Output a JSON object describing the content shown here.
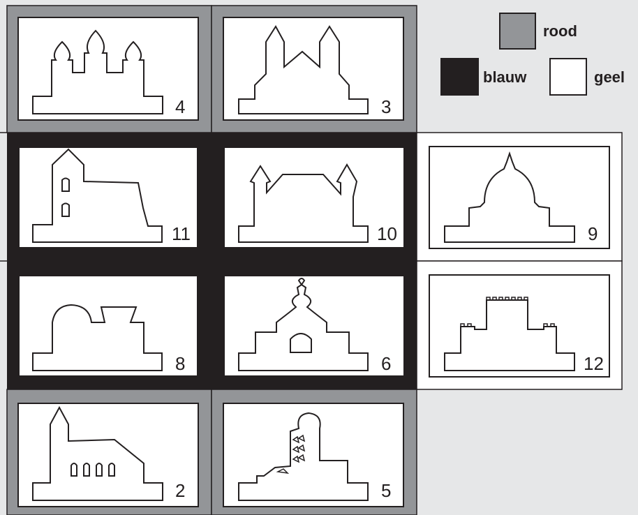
{
  "legend": [
    {
      "key": "rood",
      "label": "rood",
      "fill": "#939598"
    },
    {
      "key": "blauw",
      "label": "blauw",
      "fill": "#231f20"
    },
    {
      "key": "geel",
      "label": "geel",
      "fill": "#ffffff"
    }
  ],
  "colors": {
    "background": "#e6e7e8",
    "gray": "#939598",
    "black": "#231f20",
    "white": "#ffffff",
    "line": "#231f20"
  },
  "cards": [
    {
      "number": "4",
      "color": "rood",
      "icon": "onion-domes-icon"
    },
    {
      "number": "3",
      "color": "rood",
      "icon": "twin-spire-cathedral-icon"
    },
    {
      "number": "11",
      "color": "blauw",
      "icon": "church-tower-icon"
    },
    {
      "number": "10",
      "color": "blauw",
      "icon": "twin-tower-gate-icon"
    },
    {
      "number": "9",
      "color": "geel",
      "icon": "capitol-dome-icon"
    },
    {
      "number": "8",
      "color": "blauw",
      "icon": "dome-and-bowl-icon"
    },
    {
      "number": "6",
      "color": "blauw",
      "icon": "baroque-tower-icon"
    },
    {
      "number": "12",
      "color": "geel",
      "icon": "castle-icon"
    },
    {
      "number": "2",
      "color": "rood",
      "icon": "village-church-icon"
    },
    {
      "number": "5",
      "color": "rood",
      "icon": "observatory-tower-icon"
    }
  ]
}
